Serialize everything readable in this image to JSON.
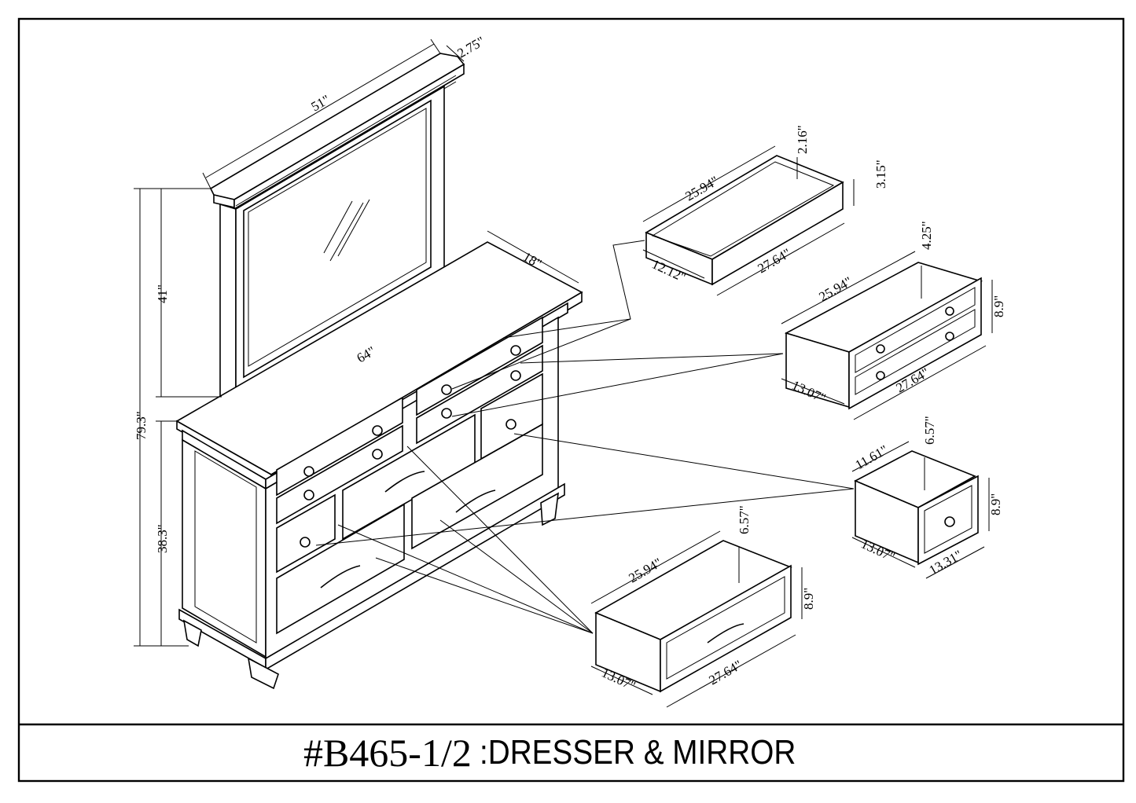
{
  "title": {
    "model_code": "#B465-1/2",
    "description": ":DRESSER & MIRROR"
  },
  "mirror": {
    "width": "51\"",
    "depth": "2.75\"",
    "height": "41\""
  },
  "dresser": {
    "width": "64\"",
    "depth": "18\"",
    "height": "38.3\"",
    "overall_height": "79.3\""
  },
  "drawer_top": {
    "width_inner": "25.94\"",
    "inner_height": "2.16\"",
    "front_height": "3.15\"",
    "depth_inner": "12.12\"",
    "width_front": "27.64\""
  },
  "drawer_double": {
    "width_inner": "25.94\"",
    "inner_height": "4.25\"",
    "front_height": "8.9\"",
    "depth": "13.07\"",
    "width_front": "27.64\""
  },
  "drawer_small": {
    "width_inner": "11.61\"",
    "inner_height": "6.57\"",
    "front_height": "8.9\"",
    "depth": "13.07\"",
    "width_front": "13.31\""
  },
  "drawer_large": {
    "width_inner": "25.94\"",
    "inner_height": "6.57\"",
    "front_height": "8.9\"",
    "depth": "13.07\"",
    "width_front": "27.64\""
  }
}
